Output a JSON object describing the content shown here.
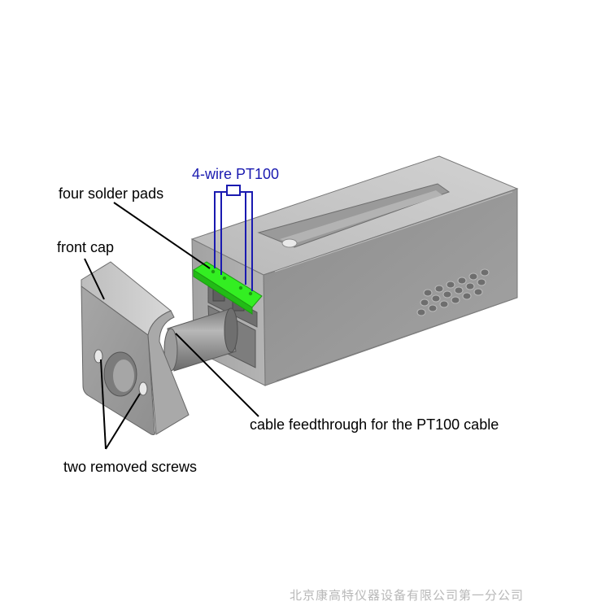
{
  "labels": {
    "pt100": "4-wire PT100",
    "solder_pads": "four solder pads",
    "front_cap": "front cap",
    "feedthrough": "cable feedthrough for the PT100 cable",
    "screws": "two removed screws"
  },
  "watermark": "北京康高特仪器设备有限公司第一分公司",
  "colors": {
    "housing": "#9a9a9a",
    "solder_pads": "#33ee22",
    "wires": "#1a1ab0",
    "leader_lines": "#000000"
  }
}
